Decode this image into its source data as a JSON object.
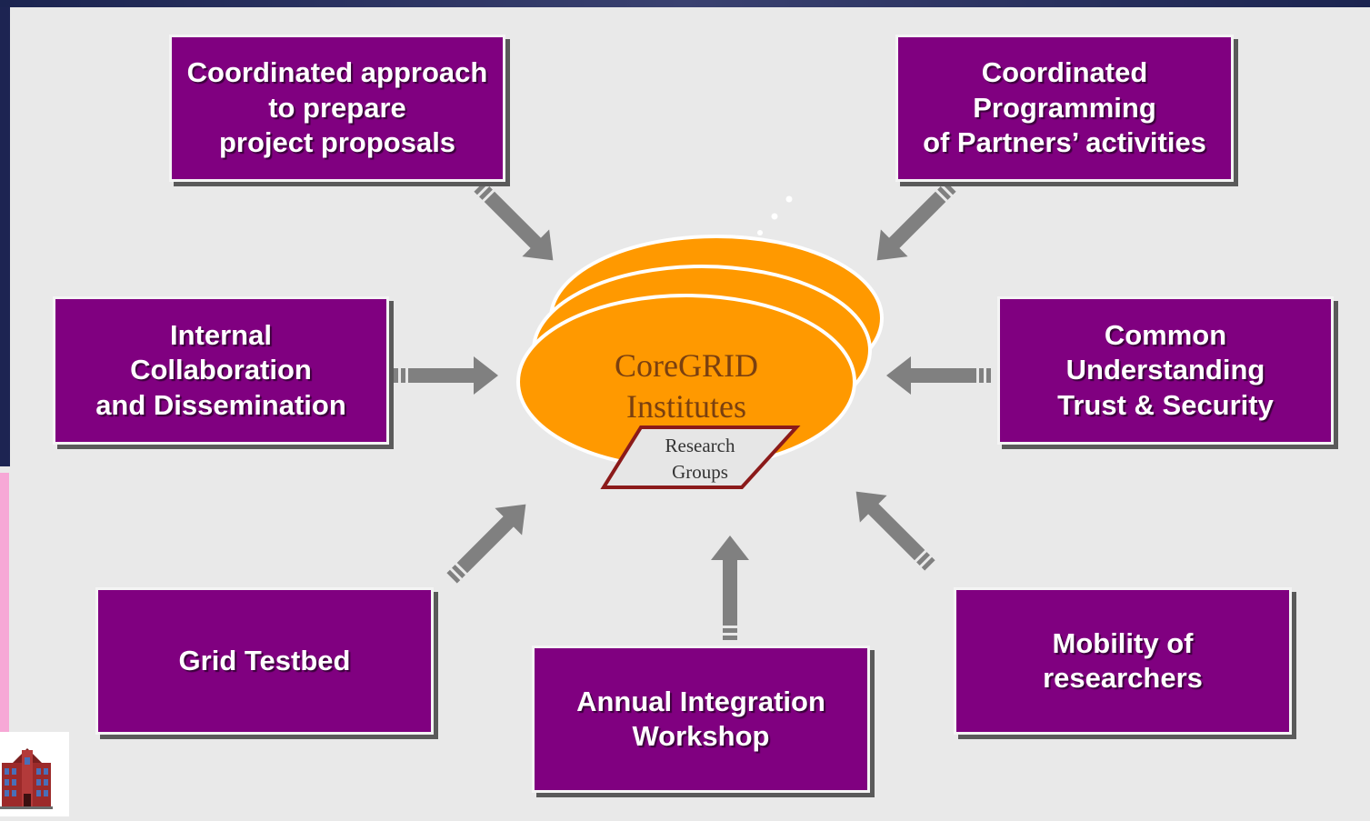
{
  "boxes": {
    "proposals": "Coordinated approach\nto prepare\nproject proposals",
    "programming": "Coordinated\nProgramming\nof Partners’ activities",
    "internal": "Internal\nCollaboration\nand Dissemination",
    "common": "Common\nUnderstanding\nTrust & Security",
    "testbed": "Grid Testbed",
    "workshop": "Annual Integration\nWorkshop",
    "mobility": "Mobility of\nresearchers"
  },
  "center": {
    "title": "CoreGRID\nInstitutes",
    "research": "Research\nGroups"
  },
  "colors": {
    "box_fill": "#800080",
    "ellipse_fill": "#ff9900",
    "arrow": "#808080",
    "parallelogram_border": "#8b1a1a"
  }
}
